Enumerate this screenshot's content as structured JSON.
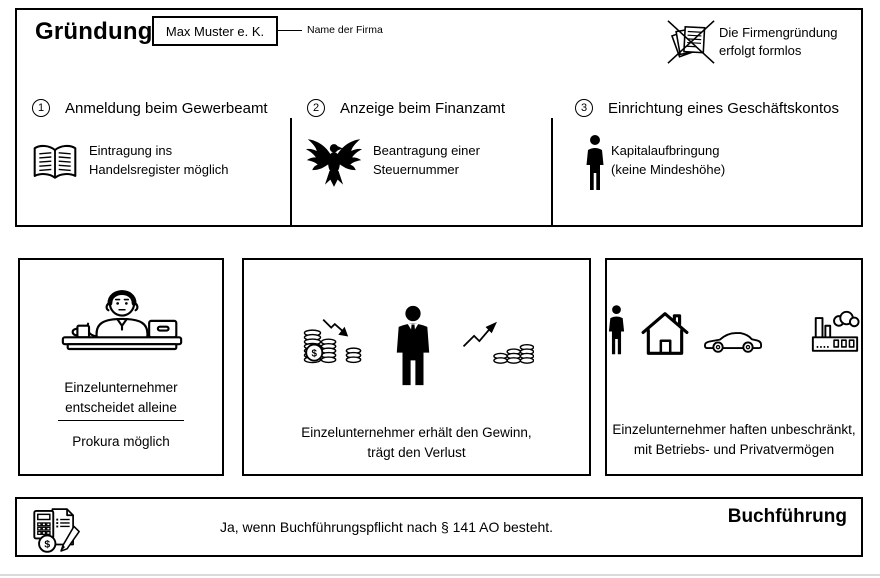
{
  "colors": {
    "ink": "#000000",
    "background": "#ffffff"
  },
  "header": {
    "title": "Gründung",
    "firm_name": "Max Muster e. K.",
    "firm_name_label": "Name der Firma",
    "formless_note_line1": "Die Firmengründung",
    "formless_note_line2": "erfolgt formlos",
    "formless_icon": "crossed-documents-icon"
  },
  "steps": [
    {
      "number": "1",
      "title": "Anmeldung beim Gewerbeamt",
      "icon": "open-book-icon",
      "note_line1": "Eintragung ins",
      "note_line2": "Handelsregister möglich"
    },
    {
      "number": "2",
      "title": "Anzeige beim Finanzamt",
      "icon": "eagle-icon",
      "note_line1": "Beantragung einer",
      "note_line2": "Steuernummer"
    },
    {
      "number": "3",
      "title": "Einrichtung eines Geschäftskontos",
      "icon": "standing-person-icon",
      "note_line1": "Kapitalaufbringung",
      "note_line2": "(keine Mindeshöhe)"
    }
  ],
  "cards": {
    "decision": {
      "icon": "entrepreneur-at-desk-icon",
      "line1": "Einzelunternehmer",
      "line2": "entscheidet alleine",
      "line3": "Prokura möglich"
    },
    "profit_loss": {
      "icons": [
        "declining-coins-icon",
        "businessman-icon",
        "growing-coins-icon"
      ],
      "line1": "Einzelunternehmer erhält den Gewinn,",
      "line2": "trägt den Verlust"
    },
    "liability": {
      "icons": [
        "person-icon",
        "house-icon",
        "car-icon",
        "factory-icon"
      ],
      "line1": "Einzelunternehmer haften unbeschränkt,",
      "line2": "mit Betriebs- und Privatvermögen"
    }
  },
  "footer": {
    "icon": "bookkeeping-icon",
    "text": "Ja, wenn Buchführungspflicht nach § 141 AO besteht.",
    "title": "Buchführung"
  }
}
